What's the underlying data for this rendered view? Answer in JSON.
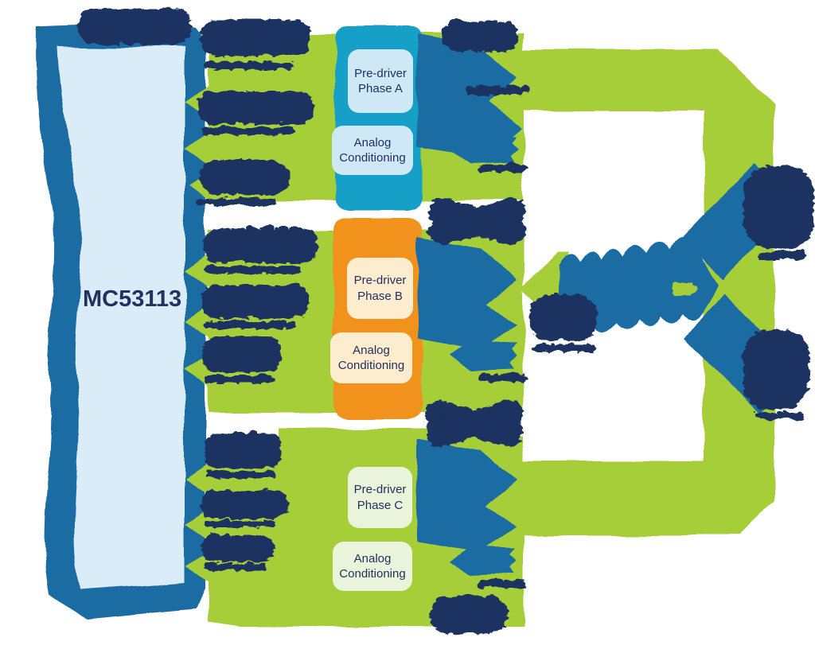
{
  "diagram": {
    "chip": {
      "label": "MC53113"
    },
    "phases": [
      {
        "id": "A",
        "accent": "teal",
        "predriver": "Pre-driver\nPhase A",
        "analog": "Analog\nConditioning",
        "scribbled_signal_labels": 3
      },
      {
        "id": "B",
        "accent": "orange",
        "predriver": "Pre-driver\nPhase B",
        "analog": "Analog\nConditioning",
        "scribbled_signal_labels": 3
      },
      {
        "id": "C",
        "accent": "green",
        "predriver": "Pre-driver\nPhase C",
        "analog": "Analog\nConditioning",
        "scribbled_signal_labels": 3
      }
    ],
    "motor": {
      "winding_count": 3,
      "terminal_scribbles": 3
    }
  },
  "colors": {
    "green": "#a6ce39",
    "blue": "#1d6ca4",
    "navy": "#1f3060",
    "teal": "#18a0c8",
    "orange": "#f0921e",
    "boxblue": "#cfe8f6",
    "boxcream": "#fdeccd",
    "boxgreen": "#e9f4da",
    "chipinner": "#d9ecf8",
    "textnavy": "#223160"
  }
}
